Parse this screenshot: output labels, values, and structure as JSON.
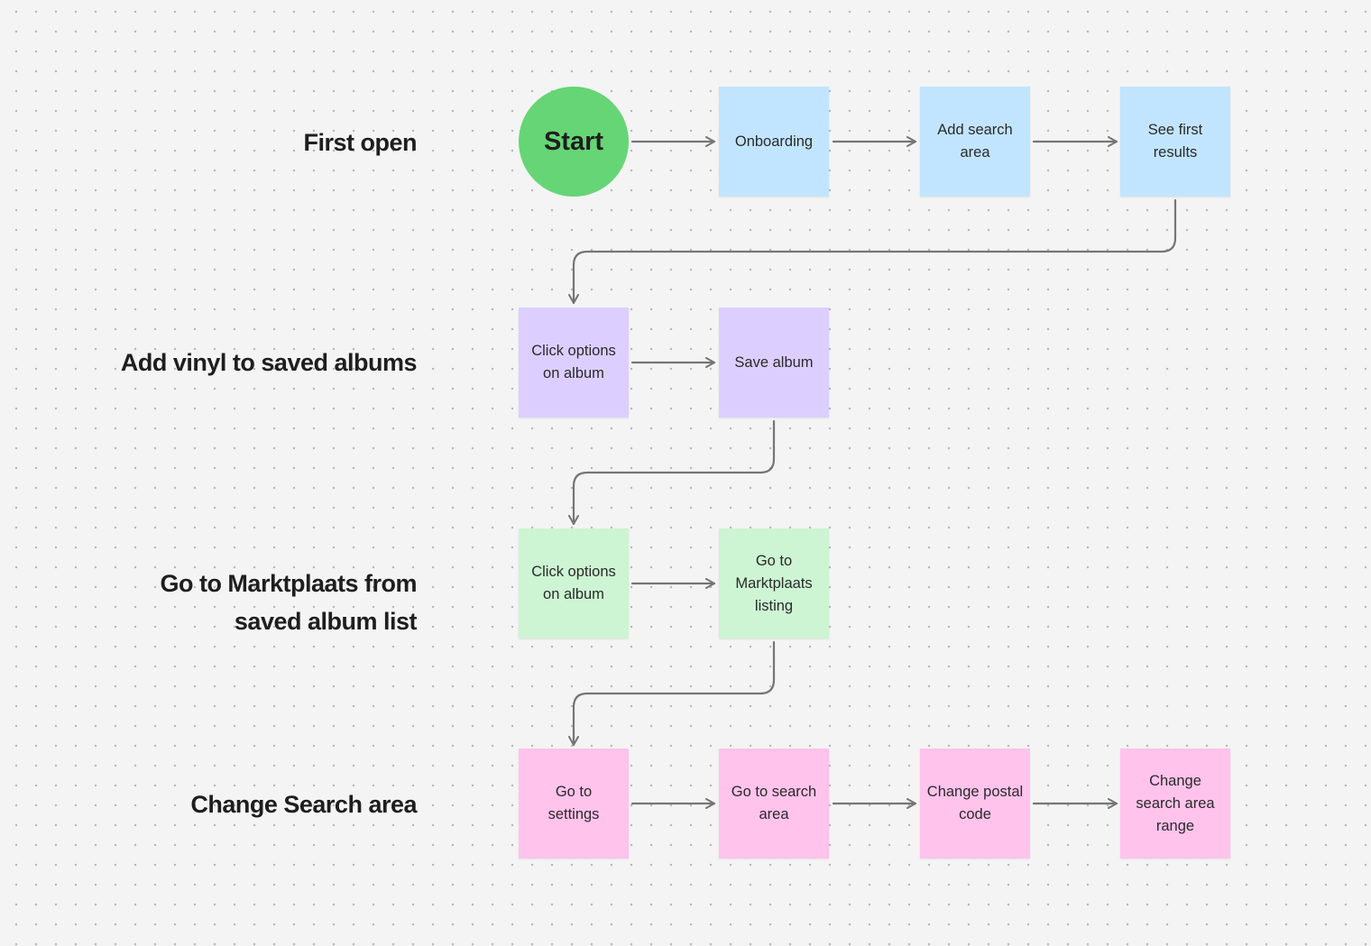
{
  "rows": [
    {
      "label_lines": [
        "First open"
      ]
    },
    {
      "label_lines": [
        "Add vinyl to saved albums"
      ]
    },
    {
      "label_lines": [
        "Go to Marktplaats from",
        "saved album list"
      ]
    },
    {
      "label_lines": [
        "Change Search area"
      ]
    }
  ],
  "nodes": {
    "start": "Start",
    "onboarding": "Onboarding",
    "add_search_area": "Add search area",
    "see_first_results": "See first results",
    "click_options_on_album_1": "Click options on album",
    "save_album": "Save album",
    "click_options_on_album_2": "Click options on album",
    "go_to_marktplaats_listing": "Go to Marktplaats listing",
    "go_to_settings": "Go to settings",
    "go_to_search_area": "Go to search area",
    "change_postal_code": "Change postal code",
    "change_search_area_range": "Change search area range"
  },
  "colors": {
    "start": "#66d575",
    "blue": "#c2e5ff",
    "purple": "#dccfff",
    "green": "#cdf4d3",
    "pink": "#ffc3ec",
    "connector": "#757575"
  }
}
